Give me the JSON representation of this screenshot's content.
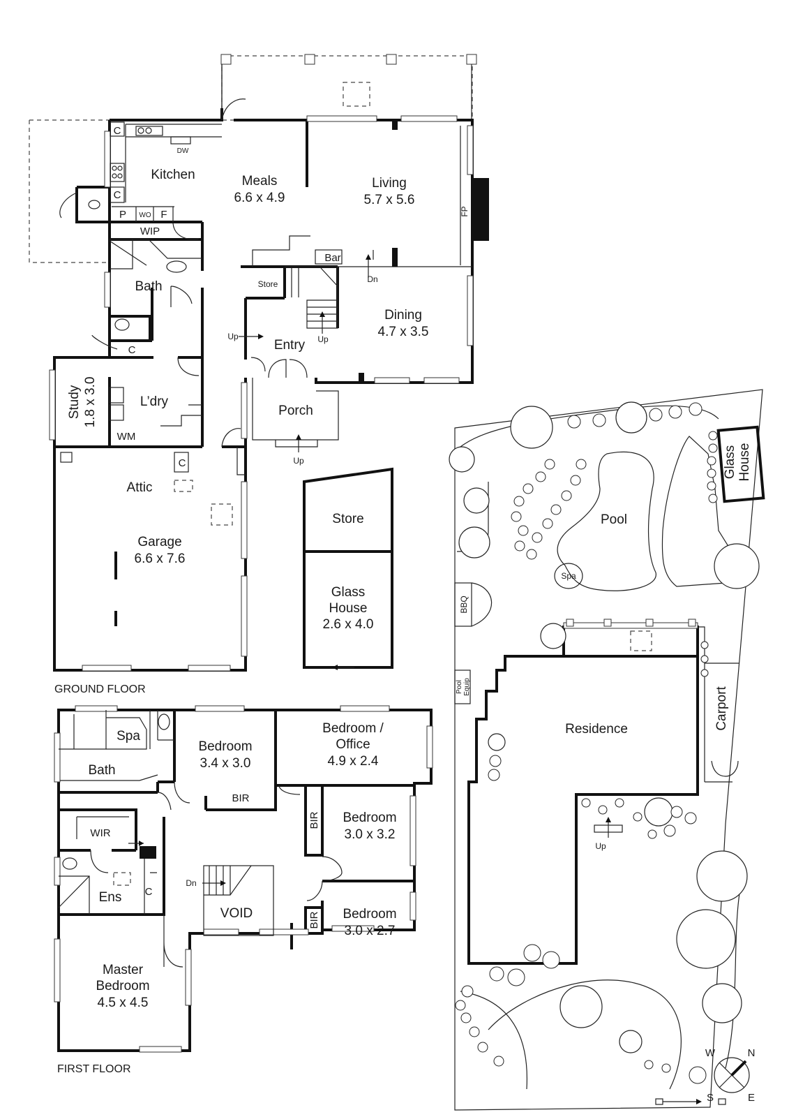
{
  "ground_floor": {
    "title": "GROUND FLOOR",
    "kitchen": "Kitchen",
    "dw": "DW",
    "c_kitchen": "C",
    "c_wc": "C",
    "p": "P",
    "wo": "WO",
    "f": "F",
    "wip": "WIP",
    "meals": "Meals",
    "meals_dim": "6.6 x 4.9",
    "living": "Living",
    "living_dim": "5.7 x 5.6",
    "fp": "FP",
    "bar": "Bar",
    "dn": "Dn",
    "store_small": "Store",
    "bath": "Bath",
    "dining": "Dining",
    "dining_dim": "4.7 x 3.5",
    "up_entry": "Up",
    "up_stair": "Up",
    "entry": "Entry",
    "c_hall": "C",
    "study": "Study",
    "study_dim": "1.8 x 3.0",
    "laundry": "L’dry",
    "wm": "WM",
    "porch": "Porch",
    "up_porch": "Up",
    "c_garage": "C",
    "attic": "Attic",
    "garage": "Garage",
    "garage_dim": "6.6 x 7.6"
  },
  "outbuilding": {
    "store": "Store",
    "glass_house_1": "Glass",
    "glass_house_2": "House",
    "glass_house_dim": "2.6 x 4.0"
  },
  "first_floor": {
    "title": "FIRST FLOOR",
    "spa": "Spa",
    "bath": "Bath",
    "bedroom1": "Bedroom",
    "bedroom1_dim": "3.4 x 3.0",
    "bir_1": "BIR",
    "bedroom_office_1": "Bedroom /",
    "bedroom_office_2": "Office",
    "bedroom_office_dim": "4.9 x 2.4",
    "bir_2": "BIR",
    "bedroom2": "Bedroom",
    "bedroom2_dim": "3.0 x 3.2",
    "wir": "WIR",
    "dn": "Dn",
    "void": "VOID",
    "ens": "Ens",
    "c": "C",
    "bir_3": "BIR",
    "bedroom3": "Bedroom",
    "bedroom3_dim": "3.0 x 2.7",
    "master_1": "Master",
    "master_2": "Bedroom",
    "master_dim": "4.5 x 4.5"
  },
  "site": {
    "glass_house_1": "Glass",
    "glass_house_2": "House",
    "pool": "Pool",
    "spa": "Spa",
    "bbq": "BBQ",
    "pool_equip_1": "Pool",
    "pool_equip_2": "Equip",
    "residence": "Residence",
    "carport": "Carport",
    "up": "Up"
  },
  "compass": {
    "w": "W",
    "n": "N",
    "s": "S",
    "e": "E"
  }
}
